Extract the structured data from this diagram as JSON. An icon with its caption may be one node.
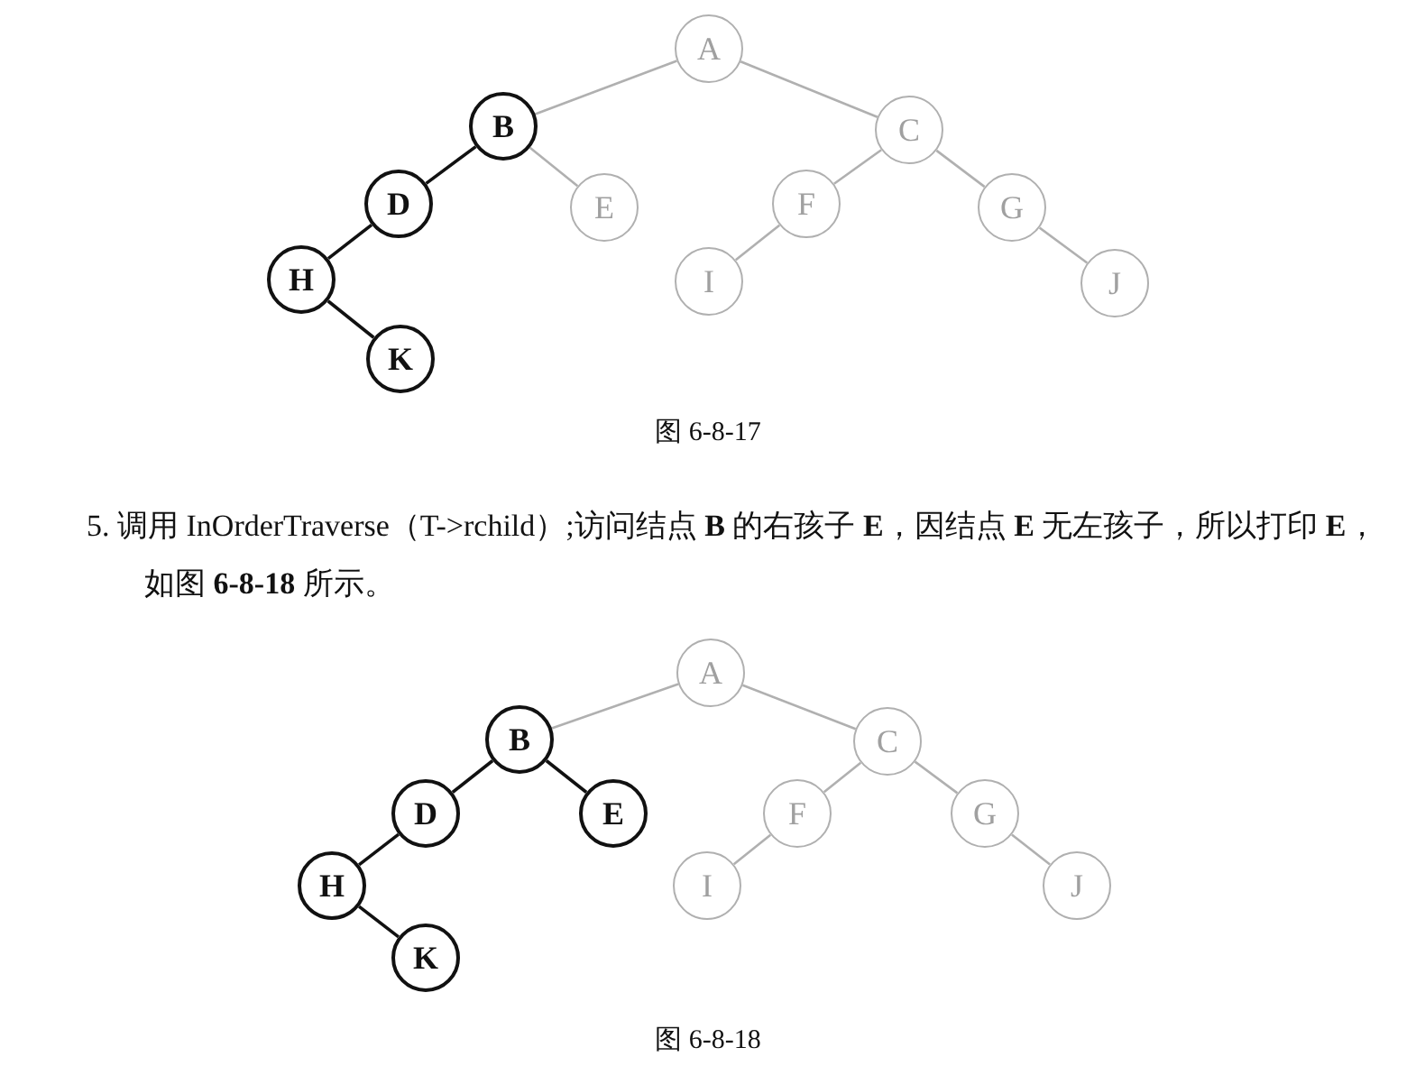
{
  "diagram": {
    "nodes": [
      {
        "text": [
          "A"
        ]
      },
      {
        "text": [
          "B"
        ]
      },
      {
        "text": [
          "C"
        ]
      },
      {
        "text": [
          "D"
        ]
      },
      {
        "text": [
          "E"
        ]
      },
      {
        "text": [
          "F"
        ]
      },
      {
        "text": [
          "G"
        ]
      },
      {
        "text": [
          "H"
        ]
      },
      {
        "text": [
          "I"
        ]
      },
      {
        "text": [
          "J"
        ]
      },
      {
        "text": [
          "K"
        ]
      },
      {
        "text": [
          "A"
        ]
      },
      {
        "text": [
          "B"
        ]
      },
      {
        "text": [
          "C"
        ]
      },
      {
        "text": [
          "D"
        ]
      },
      {
        "text": [
          "E"
        ]
      },
      {
        "text": [
          "F"
        ]
      },
      {
        "text": [
          "G"
        ]
      },
      {
        "text": [
          "H"
        ]
      },
      {
        "text": [
          "I"
        ]
      },
      {
        "text": [
          "J"
        ]
      },
      {
        "text": [
          "K"
        ]
      }
    ],
    "edges": [
      {
        "from": 0,
        "to": 1,
        "arrow": "none"
      },
      {
        "from": 0,
        "to": 2,
        "arrow": "none"
      },
      {
        "from": 1,
        "to": 3,
        "arrow": "none",
        "color": "#111111"
      },
      {
        "from": 1,
        "to": 4,
        "arrow": "none"
      },
      {
        "from": 2,
        "to": 5,
        "arrow": "none"
      },
      {
        "from": 2,
        "to": 6,
        "arrow": "none"
      },
      {
        "from": 3,
        "to": 7,
        "arrow": "none",
        "color": "#111111"
      },
      {
        "from": 5,
        "to": 8,
        "arrow": "none"
      },
      {
        "from": 6,
        "to": 9,
        "arrow": "none"
      },
      {
        "from": 7,
        "to": 10,
        "arrow": "none",
        "color": "#111111"
      },
      {
        "from": 11,
        "to": 12,
        "arrow": "none"
      },
      {
        "from": 11,
        "to": 13,
        "arrow": "none"
      },
      {
        "from": 12,
        "to": 14,
        "arrow": "none",
        "color": "#111111"
      },
      {
        "from": 12,
        "to": 15,
        "arrow": "none",
        "color": "#111111"
      },
      {
        "from": 13,
        "to": 16,
        "arrow": "none"
      },
      {
        "from": 13,
        "to": 17,
        "arrow": "none"
      },
      {
        "from": 14,
        "to": 18,
        "arrow": "none",
        "color": "#111111"
      },
      {
        "from": 16,
        "to": 19,
        "arrow": "none"
      },
      {
        "from": 17,
        "to": 20,
        "arrow": "none"
      },
      {
        "from": 18,
        "to": 21,
        "arrow": "none",
        "color": "#111111"
      }
    ],
    "labels": [
      "图 6-8-17",
      "5. 调用 InOrderTraverse（T->rchild）;访问结点 **B** 的右孩子 **E**，因结点 **E** 无左孩子，所以打印 **E**，如图 **6-8-18** 所示。",
      "图 6-8-18"
    ]
  }
}
